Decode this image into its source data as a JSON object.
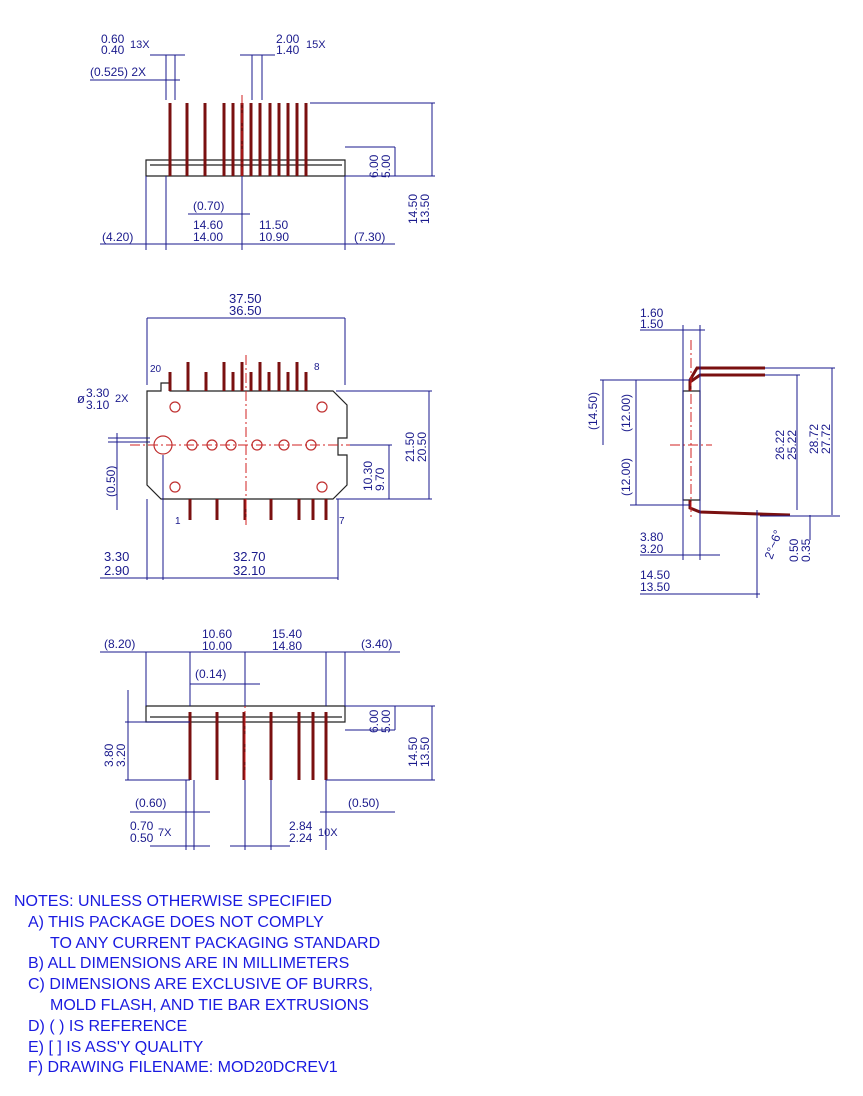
{
  "top_view": {
    "pitch_small": {
      "max": "0.60",
      "min": "0.40",
      "qty": "13X"
    },
    "pitch_large": {
      "max": "2.00",
      "min": "1.40",
      "qty": "15X"
    },
    "ref_0525": "(0.525) 2X",
    "body_h": {
      "max": "6.00",
      "min": "5.00"
    },
    "total_h": {
      "max": "14.50",
      "min": "13.50"
    },
    "ref_070": "(0.70)",
    "ref_420": "(4.20)",
    "span_a": {
      "max": "14.60",
      "min": "14.00"
    },
    "span_b": {
      "max": "11.50",
      "min": "10.90"
    },
    "ref_730": "(7.30)"
  },
  "front_view": {
    "width": {
      "max": "37.50",
      "min": "36.50"
    },
    "hole_dia": {
      "prefix": "ø",
      "max": "3.30",
      "min": "3.10",
      "qty": "2X"
    },
    "ref_050": "(0.50)",
    "height": {
      "max": "21.50",
      "min": "20.50"
    },
    "half_h": {
      "max": "10.30",
      "min": "9.70"
    },
    "hole_offset": {
      "max": "3.30",
      "min": "2.90"
    },
    "hole_span": {
      "max": "32.70",
      "min": "32.10"
    },
    "pin_labels": {
      "p20": "20",
      "p8": "8",
      "p1": "1",
      "p7": "7"
    }
  },
  "side_view": {
    "thickness": {
      "max": "1.60",
      "min": "1.50"
    },
    "ref_1450": "(14.50)",
    "ref_1200_top": "(12.00)",
    "ref_1200_bot": "(12.00)",
    "inner_h": {
      "max": "26.22",
      "min": "25.22"
    },
    "outer_h": {
      "max": "28.72",
      "min": "27.72"
    },
    "angle": "2°~6°",
    "lead_t": {
      "max": "0.50",
      "min": "0.35"
    },
    "standoff": {
      "max": "3.80",
      "min": "3.20"
    },
    "depth": {
      "max": "14.50",
      "min": "13.50"
    }
  },
  "bottom_view": {
    "ref_820": "(8.20)",
    "span_c": {
      "max": "10.60",
      "min": "10.00"
    },
    "span_d": {
      "max": "15.40",
      "min": "14.80"
    },
    "ref_340": "(3.40)",
    "ref_014": "(0.14)",
    "body_h": {
      "max": "6.00",
      "min": "5.00"
    },
    "total_h": {
      "max": "14.50",
      "min": "13.50"
    },
    "lead_len": {
      "max": "3.80",
      "min": "3.20"
    },
    "ref_060": "(0.60)",
    "ref_050": "(0.50)",
    "pin_w": {
      "max": "0.70",
      "min": "0.50",
      "qty": "7X"
    },
    "pitch": {
      "max": "2.84",
      "min": "2.24",
      "qty": "10X"
    }
  },
  "notes": {
    "title": "NOTES: UNLESS OTHERWISE SPECIFIED",
    "a1": "A) THIS PACKAGE DOES NOT COMPLY",
    "a2": "TO ANY CURRENT PACKAGING STANDARD",
    "b": "B) ALL DIMENSIONS ARE IN MILLIMETERS",
    "c1": "C) DIMENSIONS ARE EXCLUSIVE OF BURRS,",
    "c2": "MOLD FLASH, AND TIE BAR EXTRUSIONS",
    "d": "D) ( ) IS REFERENCE",
    "e": "E) [ ] IS ASS'Y QUALITY",
    "f": "F) DRAWING FILENAME: MOD20DCREV1"
  },
  "colors": {
    "dimension": "#1a1a8c",
    "lead": "#7a1010",
    "centerline": "#d02020",
    "notes": "#1a1ae0"
  }
}
